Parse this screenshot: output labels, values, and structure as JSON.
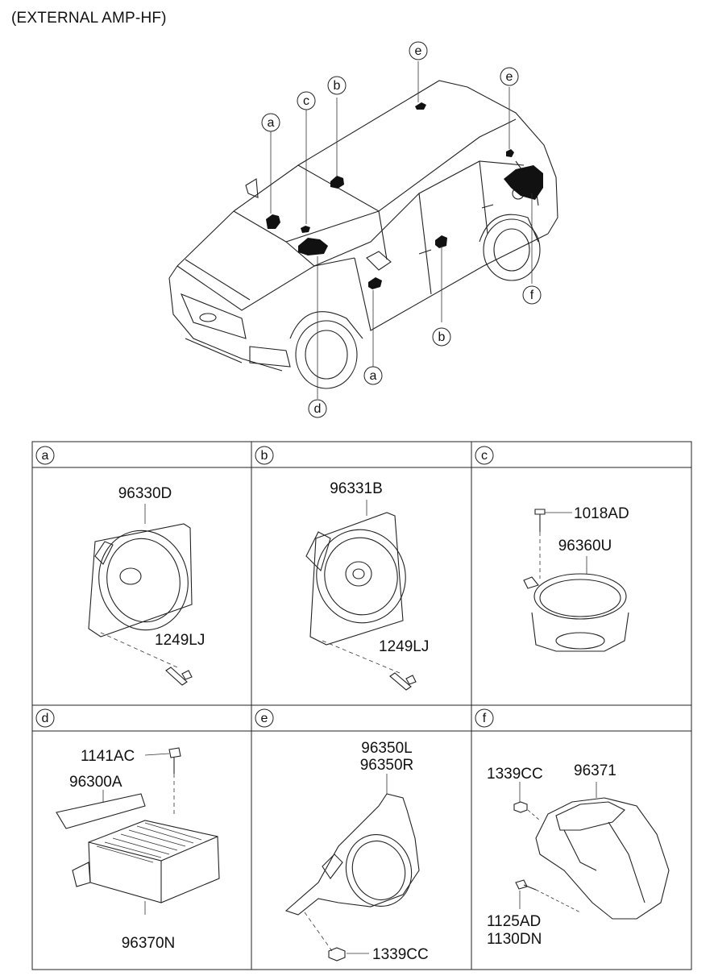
{
  "title": "(EXTERNAL AMP-HF)",
  "car_callouts": {
    "a_top": "a",
    "c_top": "c",
    "b_top": "b",
    "e_top_center": "e",
    "e_top_right": "e",
    "f_right": "f",
    "b_bottom": "b",
    "a_bottom": "a",
    "d_bottom": "d"
  },
  "panels": [
    {
      "letter": "a",
      "parts": [
        "96330D",
        "1249LJ"
      ]
    },
    {
      "letter": "b",
      "parts": [
        "96331B",
        "1249LJ"
      ]
    },
    {
      "letter": "c",
      "parts": [
        "1018AD",
        "96360U"
      ]
    },
    {
      "letter": "d",
      "parts": [
        "1141AC",
        "96300A",
        "96370N"
      ]
    },
    {
      "letter": "e",
      "parts": [
        "96350L",
        "96350R",
        "1339CC"
      ]
    },
    {
      "letter": "f",
      "parts": [
        "1339CC",
        "96371",
        "1125AD",
        "1130DN"
      ]
    }
  ]
}
